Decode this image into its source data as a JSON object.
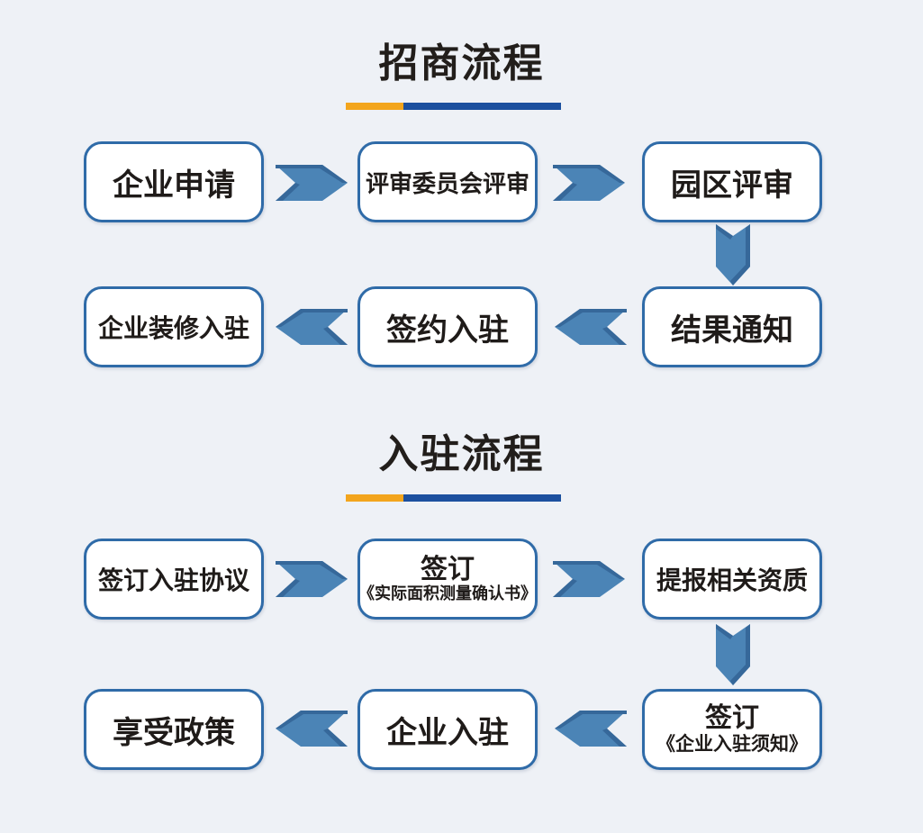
{
  "page": {
    "background": "#eef1f6",
    "kind": "flowchart"
  },
  "palette": {
    "box_border_blue": "#2f6ba8",
    "box_fill": "#ffffff",
    "text_dark": "#1f1b19",
    "underline_orange": "#f3a51d",
    "underline_blue": "#1c509f",
    "arrow_blue": "#4b84b6",
    "arrow_shadow_blue": "#36689a"
  },
  "sections": {
    "investment": {
      "title": "招商流程",
      "steps": {
        "apply": "企业申请",
        "committee_review": "评审委员会评审",
        "park_review": "园区评审",
        "result_notice": "结果通知",
        "sign_contract": "签约入驻",
        "renovation_movein": "企业装修入驻"
      }
    },
    "movein": {
      "title": "入驻流程",
      "steps": {
        "sign_agreement": "签订入驻协议",
        "sign_area_line1": "签订",
        "sign_area_line2": "《实际面积测量确认书》",
        "submit_qualifications": "提报相关资质",
        "sign_notice_line1": "签订",
        "sign_notice_line2": "《企业入驻须知》",
        "company_movein": "企业入驻",
        "enjoy_policy": "享受政策"
      }
    }
  }
}
